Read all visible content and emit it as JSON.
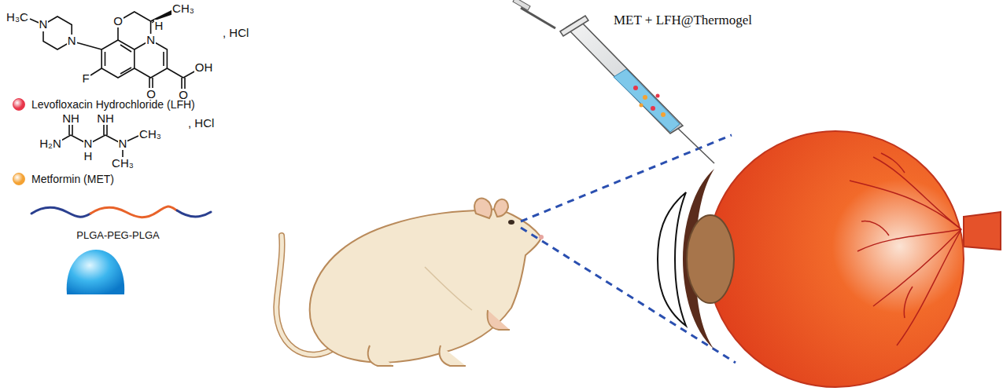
{
  "diagram": {
    "labels": [
      "H₃C",
      "N",
      "O",
      "CH₃",
      "H",
      "N",
      "N",
      "F",
      "OH",
      "O",
      "O",
      ", HCl",
      "NH",
      "NH",
      "H₂N",
      "N",
      "H",
      "N",
      "CH₃",
      "CH₃",
      ", HCl",
      "PLGA-PEG-PLGA",
      "MET + LFH@Thermogel"
    ],
    "legend": [
      {
        "text": "Levofloxacin Hydrochloride (LFH)",
        "color": "#e8364a"
      },
      {
        "text": "Metformin (MET)",
        "color": "#f4a233"
      }
    ]
  }
}
